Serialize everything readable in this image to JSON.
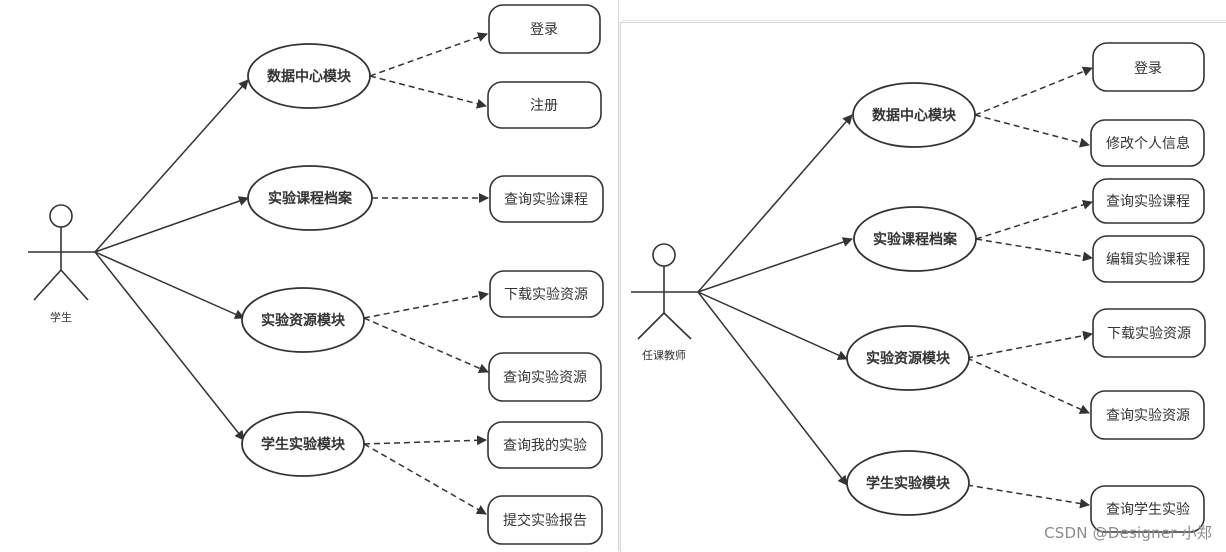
{
  "left": {
    "actor": "学生",
    "modules": [
      "数据中心模块",
      "实验课程档案",
      "实验资源模块",
      "学生实验模块"
    ],
    "functions": [
      "登录",
      "注册",
      "查询实验课程",
      "下载实验资源",
      "查询实验资源",
      "查询我的实验",
      "提交实验报告"
    ]
  },
  "right": {
    "actor": "任课教师",
    "modules": [
      "数据中心模块",
      "实验课程档案",
      "实验资源模块",
      "学生实验模块"
    ],
    "functions": [
      "登录",
      "修改个人信息",
      "查询实验课程",
      "编辑实验课程",
      "下载实验资源",
      "查询实验资源",
      "查询学生实验"
    ]
  },
  "watermark": "CSDN @Designer 小郑",
  "colors": {
    "stroke": "#333333",
    "text": "#333333",
    "watermark": "#8c8c8c"
  }
}
